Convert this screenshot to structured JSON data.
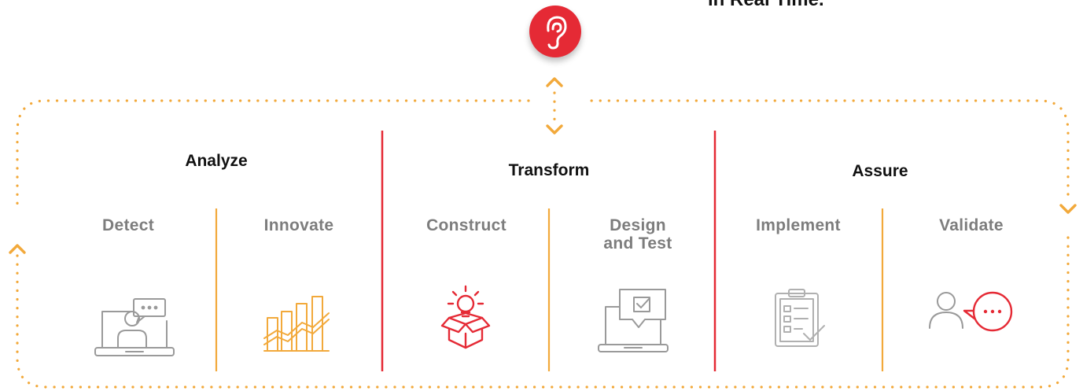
{
  "caption": "in Real Time.",
  "colors": {
    "accent_red": "#e52a35",
    "accent_orange": "#f2a93b",
    "text_dark": "#111111",
    "text_gray": "#7d7d7d",
    "icon_gray": "#9a9a9a"
  },
  "phases": [
    {
      "heading": "Analyze"
    },
    {
      "heading": "Transform"
    },
    {
      "heading": "Assure"
    }
  ],
  "stages": [
    {
      "label": "Detect",
      "icon": "video-call-icon"
    },
    {
      "label": "Innovate",
      "icon": "growth-chart-icon"
    },
    {
      "label": "Construct",
      "icon": "idea-box-icon"
    },
    {
      "label": "Design\nand Test",
      "icon": "laptop-checklist-icon"
    },
    {
      "label": "Implement",
      "icon": "clipboard-checklist-icon"
    },
    {
      "label": "Validate",
      "icon": "user-chat-icon"
    }
  ]
}
